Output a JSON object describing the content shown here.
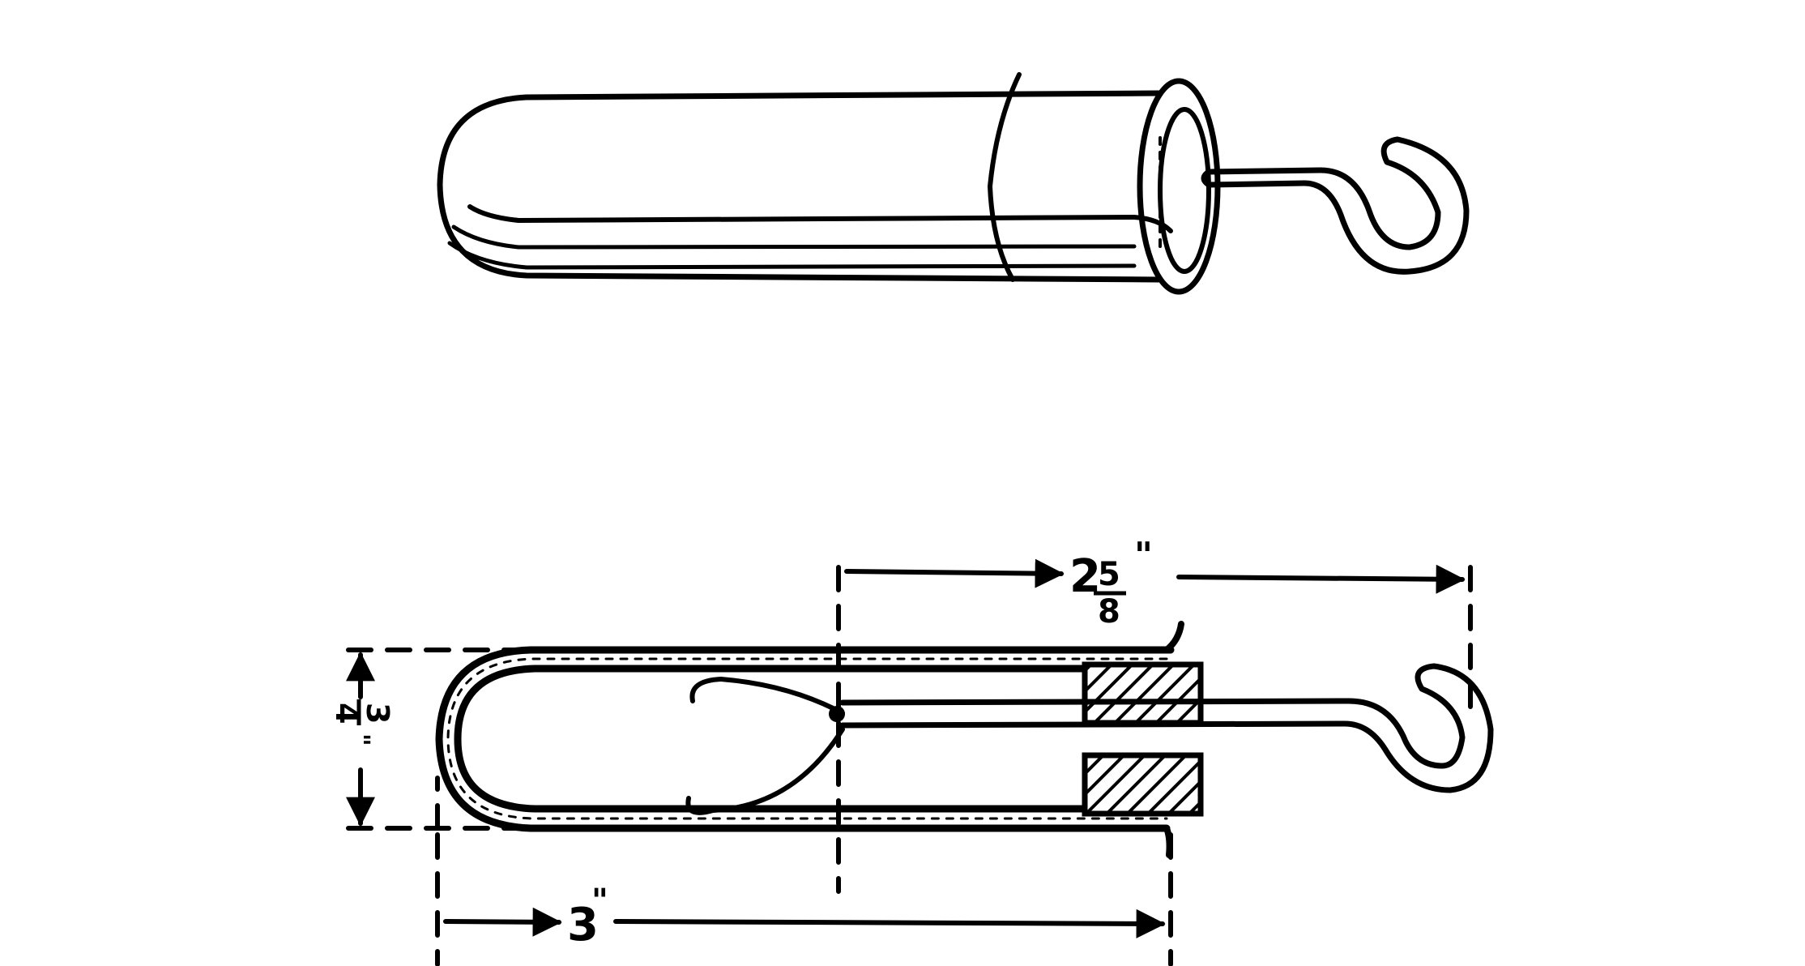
{
  "figure": {
    "views": [
      {
        "id": "perspective",
        "description": "Perspective view of tube with stopper and hook"
      },
      {
        "id": "section",
        "description": "Cross-section view with dimensions"
      }
    ],
    "dimensions": {
      "overall_length": {
        "whole": "3",
        "unit": "\""
      },
      "hook_length": {
        "whole": "2",
        "numerator": "5",
        "denominator": "8",
        "unit": "\""
      },
      "diameter": {
        "numerator": "3",
        "denominator": "4",
        "unit": "\""
      }
    },
    "colors": {
      "ink": "#000000",
      "background": "#ffffff"
    }
  }
}
